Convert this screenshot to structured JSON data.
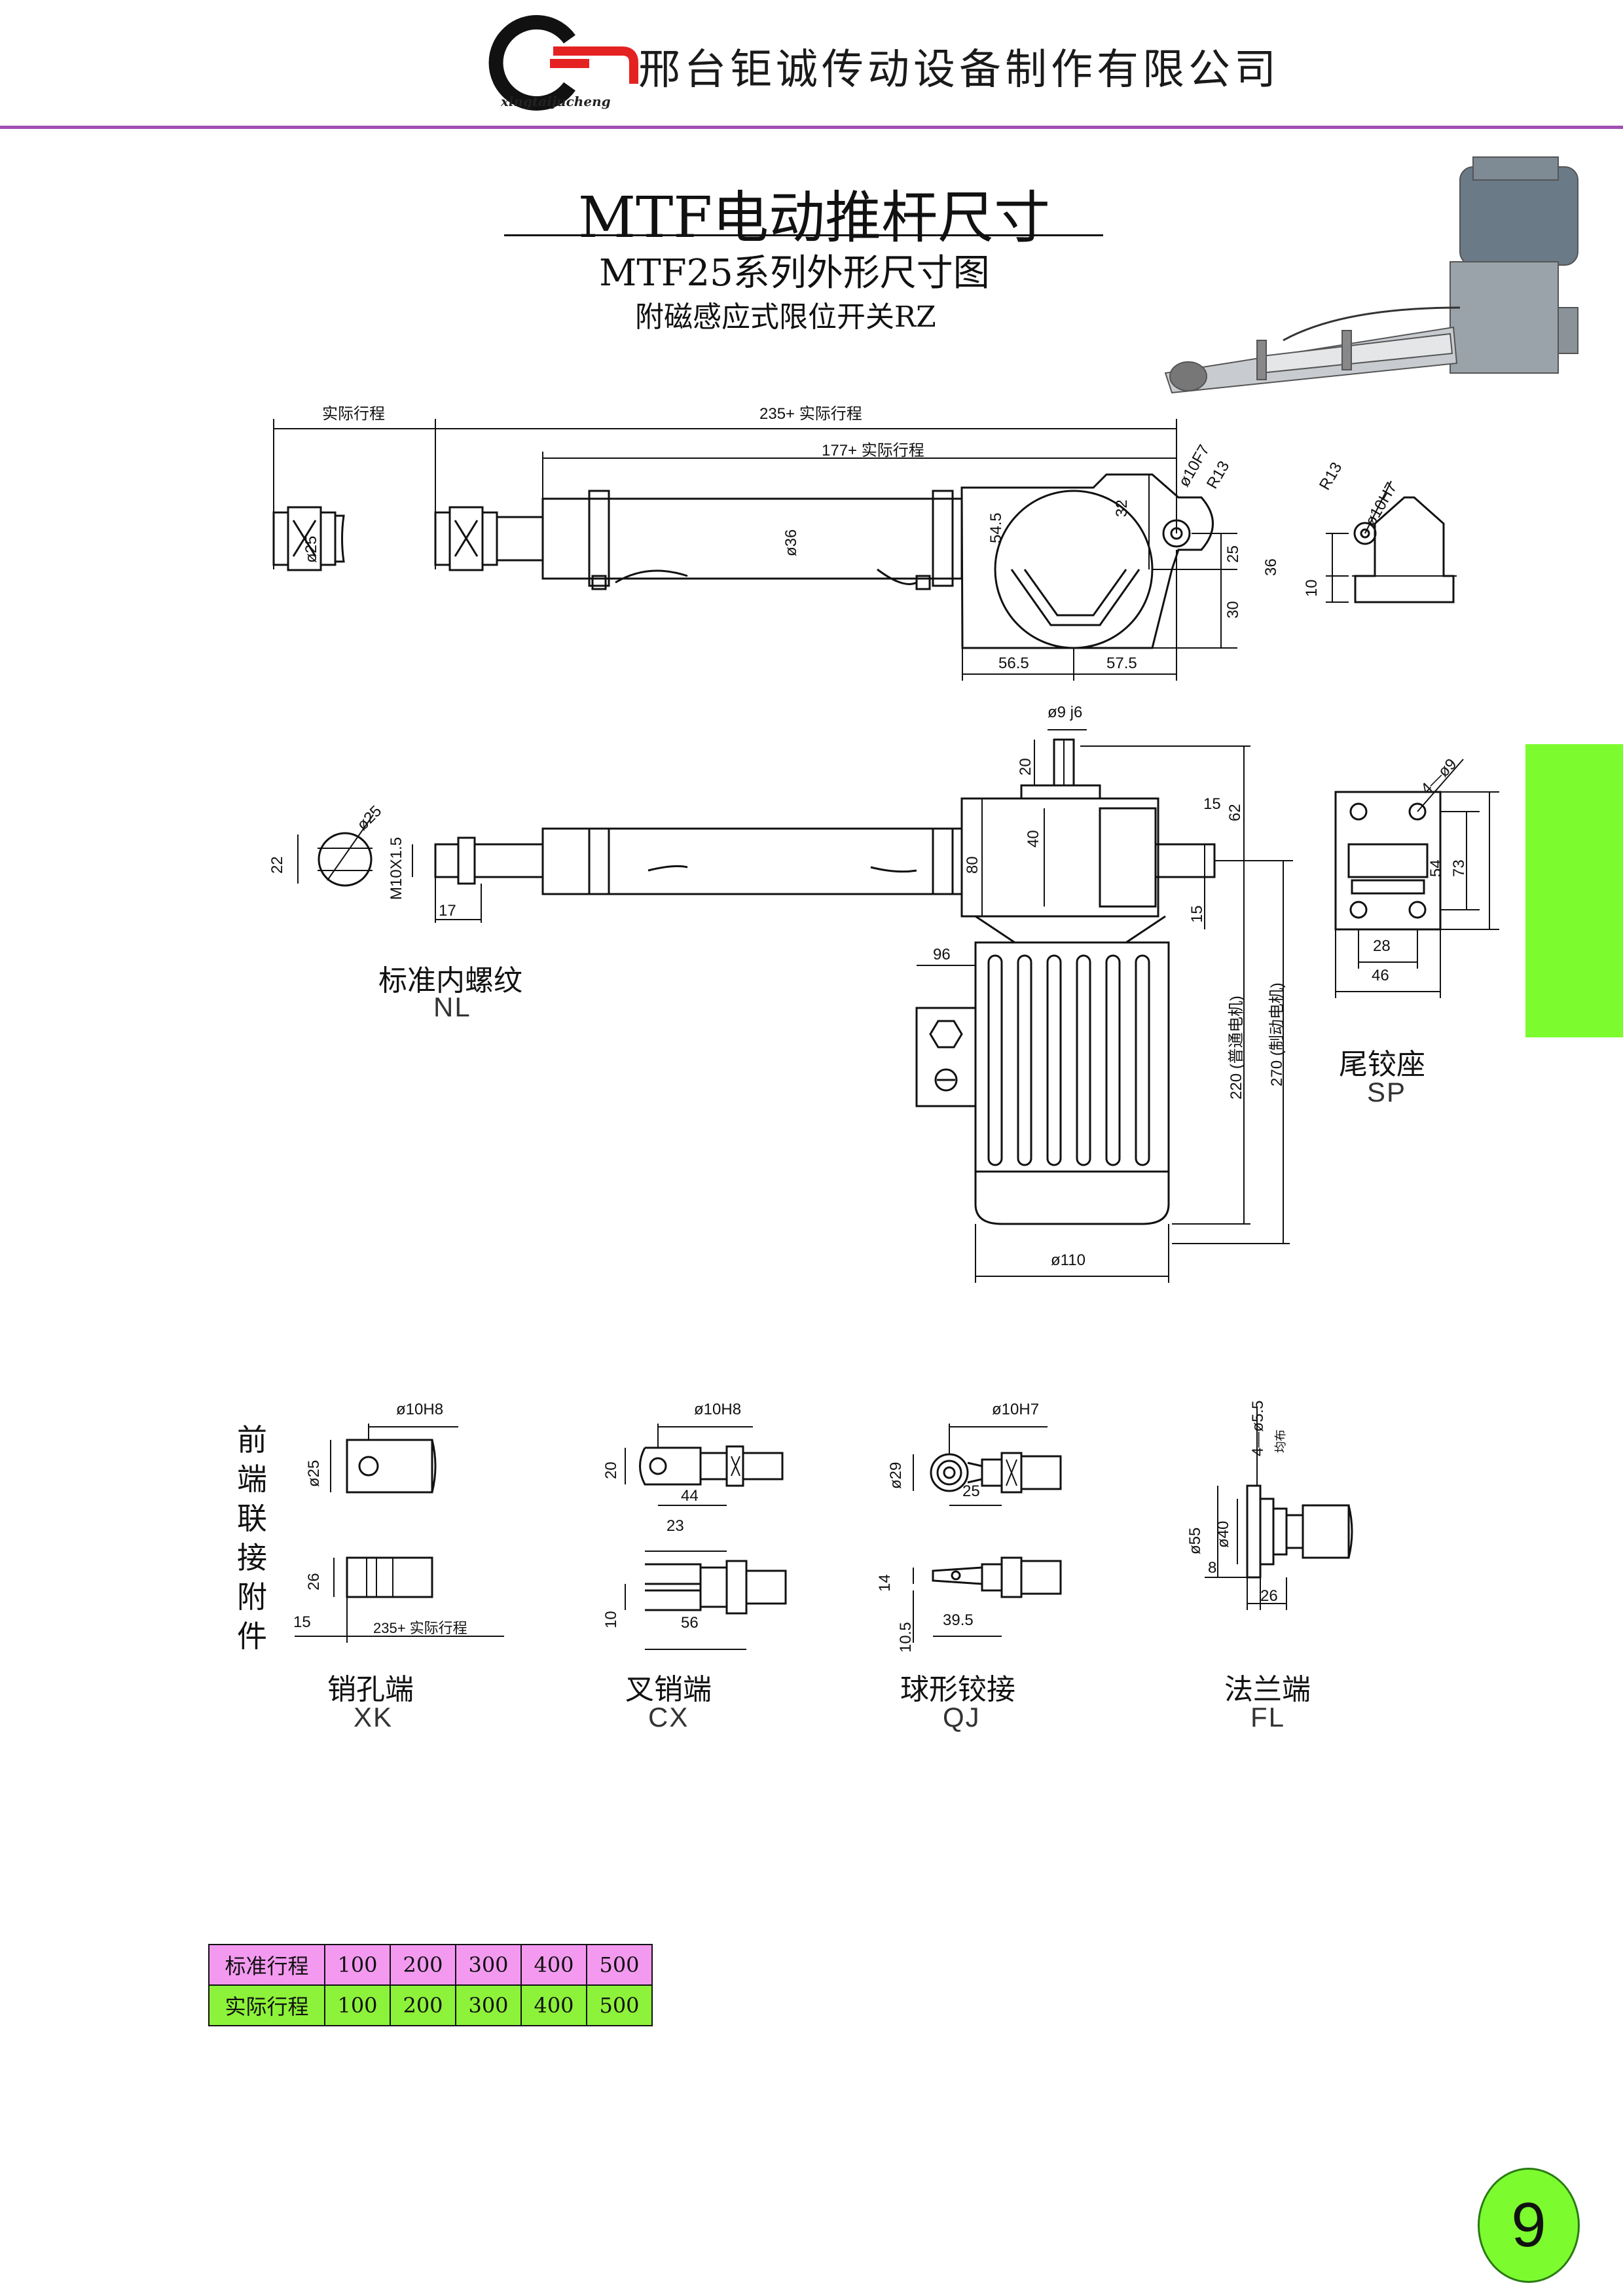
{
  "header": {
    "company": "邢台钜诚传动设备制作有限公司",
    "logo_text": "xingtaijucheng"
  },
  "titles": {
    "main": "MTF电动推杆尺寸",
    "series": "MTF25系列外形尺寸图",
    "option": "附磁感应式限位开关RZ"
  },
  "colors": {
    "header_rule": "#a04fb4",
    "side_tab": "#7cfc2f",
    "std_row": "#f39af0",
    "act_row": "#8df23a"
  },
  "side_view": {
    "actual_stroke": "实际行程",
    "len_235": "235+ 实际行程",
    "len_177": "177+ 实际行程",
    "d25": "ø25",
    "d36": "ø36",
    "h54_5": "54.5",
    "h32": "32",
    "d10f7": "ø10F7",
    "r13": "R13",
    "h25": "25",
    "h30": "30",
    "w56_5": "56.5",
    "w57_5": "57.5"
  },
  "tail_bracket_side": {
    "r13": "R13",
    "d10h7": "ø10H7",
    "h36": "36",
    "h10": "10"
  },
  "top_view": {
    "d9j6": "ø9 j6",
    "h20": "20",
    "h40": "40",
    "h80": "80",
    "h15a": "15",
    "h62": "62",
    "h15b": "15",
    "w96": "96",
    "h220": "220 (普通电机)",
    "h270": "270 (制动电机)",
    "d110": "ø110",
    "d25": "ø25",
    "h22": "22",
    "m10": "M10X1.5",
    "w17": "17"
  },
  "tail_bracket_front": {
    "holes": "4—ø9",
    "h54": "54",
    "h73": "73",
    "w28": "28",
    "w46": "46"
  },
  "labels": {
    "nl_cn": "标准内螺纹",
    "nl_code": "NL",
    "sp_cn": "尾铰座",
    "sp_code": "SP",
    "front_attachments": [
      "前",
      "端",
      "联",
      "接",
      "附",
      "件"
    ]
  },
  "attachments": [
    {
      "cn": "销孔端",
      "code": "XK",
      "d_pin": "ø10H8",
      "d_body": "ø25",
      "h": "26",
      "w15": "15",
      "len": "235+ 实际行程"
    },
    {
      "cn": "叉销端",
      "code": "CX",
      "d_pin": "ø10H8",
      "h20": "20",
      "w44": "44",
      "w23": "23",
      "h10": "10",
      "w56": "56"
    },
    {
      "cn": "球形铰接",
      "code": "QJ",
      "d_pin": "ø10H7",
      "d29": "ø29",
      "w25": "25",
      "h14": "14",
      "h10_5": "10.5",
      "w39_5": "39.5"
    },
    {
      "cn": "法兰端",
      "code": "FL",
      "holes": "4—ø5.5",
      "holes_note": "均布",
      "d55": "ø55",
      "d40": "ø40",
      "h8": "8",
      "w26": "26"
    }
  ],
  "stroke_table": {
    "rows": [
      {
        "label": "标准行程",
        "values": [
          "100",
          "200",
          "300",
          "400",
          "500"
        ]
      },
      {
        "label": "实际行程",
        "values": [
          "100",
          "200",
          "300",
          "400",
          "500"
        ]
      }
    ]
  },
  "page_number": "9"
}
